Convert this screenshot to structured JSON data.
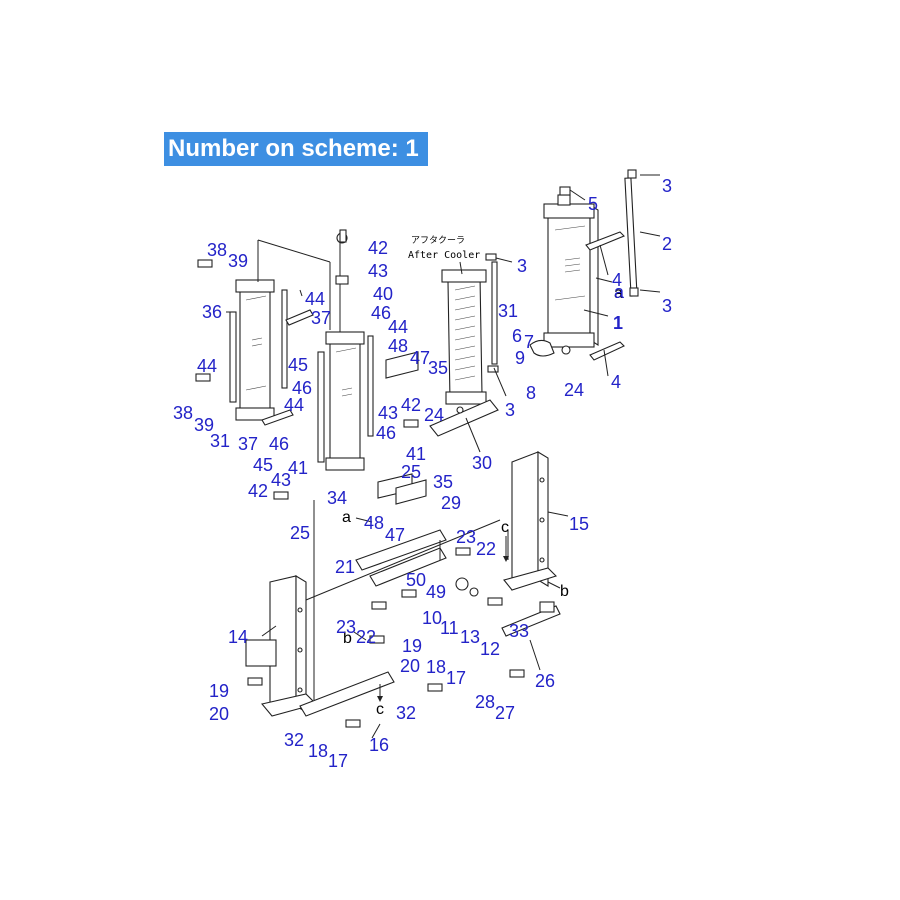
{
  "header": {
    "title": "Number on scheme: 1"
  },
  "annotations": {
    "after_cooler_jp": "アフタクーラ",
    "after_cooler_en": "After Cooler",
    "ref_a_top": "a",
    "ref_a_bottom": "a",
    "ref_b_right": "b",
    "ref_b_left": "b",
    "ref_c_right": "c",
    "ref_c_left": "c"
  },
  "callouts": [
    "3",
    "2",
    "3",
    "5",
    "4",
    "a",
    "1",
    "4",
    "24",
    "3",
    "31",
    "6",
    "7",
    "9",
    "8",
    "3",
    "38",
    "39",
    "42",
    "43",
    "40",
    "44",
    "36",
    "37",
    "46",
    "44",
    "48",
    "47",
    "35",
    "45",
    "46",
    "44",
    "44",
    "38",
    "39",
    "31",
    "37",
    "43",
    "42",
    "24",
    "46",
    "30",
    "46",
    "41",
    "45",
    "41",
    "42",
    "43",
    "25",
    "35",
    "34",
    "29",
    "25",
    "48",
    "47",
    "15",
    "23",
    "22",
    "21",
    "50",
    "49",
    "10",
    "11",
    "13",
    "12",
    "33",
    "23",
    "22",
    "19",
    "14",
    "20",
    "18",
    "17",
    "26",
    "19",
    "20",
    "32",
    "28",
    "27",
    "32",
    "18",
    "16",
    "17"
  ],
  "colors": {
    "banner": "#3d8fe2",
    "callout": "#2323c8",
    "line": "#222222"
  }
}
